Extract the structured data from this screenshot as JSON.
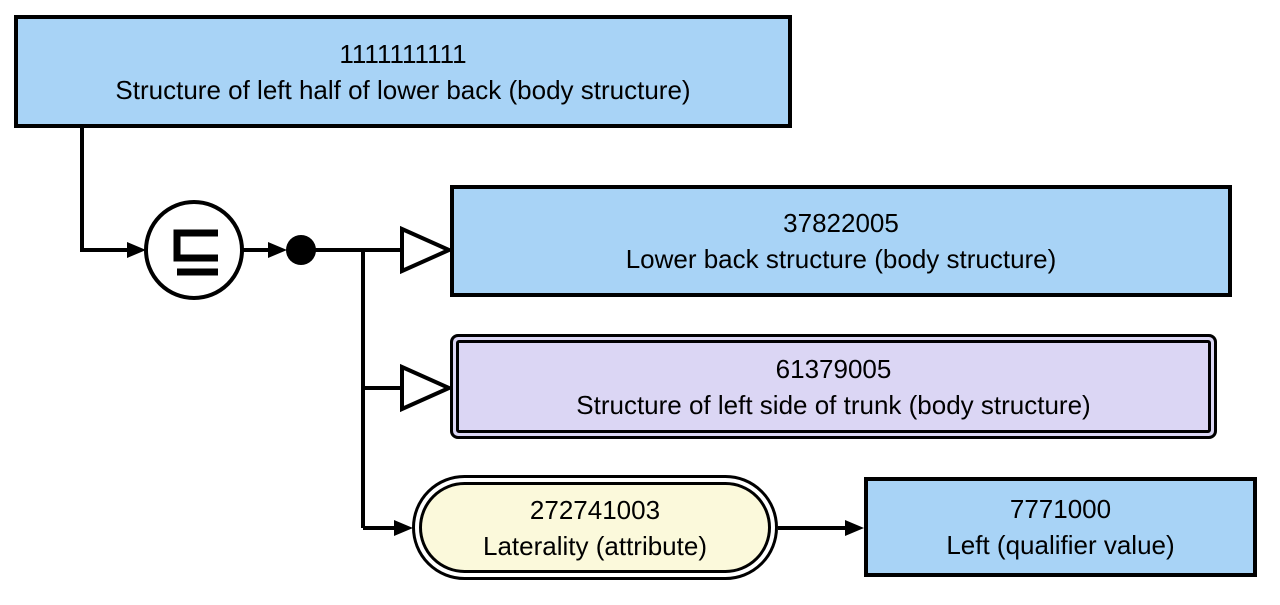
{
  "nodes": {
    "focus": {
      "code": "1111111111",
      "term": "Structure of left half of lower back (body structure)"
    },
    "parent": {
      "code": "37822005",
      "term": "Lower back structure (body structure)"
    },
    "parent_defined": {
      "code": "61379005",
      "term": "Structure of left side of trunk (body structure)"
    },
    "attribute": {
      "code": "272741003",
      "term": "Laterality (attribute)"
    },
    "value": {
      "code": "7771000",
      "term": "Left (qualifier value)"
    }
  },
  "symbols": {
    "subsumed_by": "⊑"
  },
  "colors": {
    "concept_fill_blue": "#A8D3F6",
    "defined_concept_fill_lavender": "#DBD6F4",
    "attribute_fill_yellow": "#FBF9DB",
    "line_black": "#000000",
    "background_white": "#FFFFFF"
  }
}
